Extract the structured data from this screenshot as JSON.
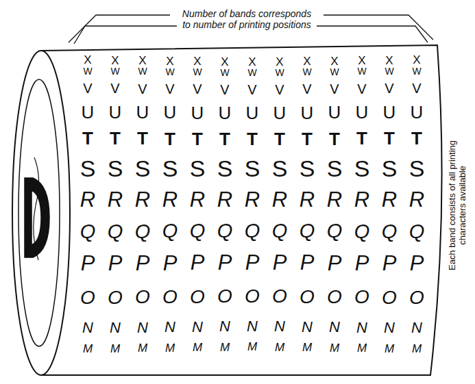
{
  "diagram": {
    "labels": [
      "Number of bands corresponds to number of printing positions",
      "Each band consists of all printing characters available",
      "X",
      "X",
      "X",
      "X",
      "X",
      "X",
      "X",
      "X",
      "X",
      "X",
      "X",
      "X",
      "X",
      "W",
      "W",
      "W",
      "W",
      "W",
      "W",
      "W",
      "W",
      "W",
      "W",
      "W",
      "W",
      "W",
      "V",
      "V",
      "V",
      "V",
      "V",
      "V",
      "V",
      "V",
      "V",
      "V",
      "V",
      "V",
      "V",
      "U",
      "U",
      "U",
      "U",
      "U",
      "U",
      "U",
      "U",
      "U",
      "U",
      "U",
      "U",
      "U",
      "T",
      "T",
      "T",
      "T",
      "T",
      "T",
      "T",
      "T",
      "T",
      "T",
      "T",
      "T",
      "T",
      "S",
      "S",
      "S",
      "S",
      "S",
      "S",
      "S",
      "S",
      "S",
      "S",
      "S",
      "S",
      "S",
      "R",
      "R",
      "R",
      "R",
      "R",
      "R",
      "R",
      "R",
      "R",
      "R",
      "R",
      "R",
      "R",
      "Q",
      "Q",
      "Q",
      "Q",
      "Q",
      "Q",
      "Q",
      "Q",
      "Q",
      "Q",
      "Q",
      "Q",
      "Q",
      "P",
      "P",
      "P",
      "P",
      "P",
      "P",
      "P",
      "P",
      "P",
      "P",
      "P",
      "P",
      "P",
      "O",
      "O",
      "O",
      "O",
      "O",
      "O",
      "O",
      "O",
      "O",
      "O",
      "O",
      "O",
      "O",
      "N",
      "N",
      "N",
      "N",
      "N",
      "N",
      "N",
      "N",
      "N",
      "N",
      "N",
      "N",
      "N",
      "M",
      "M",
      "M",
      "M",
      "M",
      "M",
      "M",
      "M",
      "M",
      "M",
      "M",
      "M",
      "M"
    ]
  }
}
